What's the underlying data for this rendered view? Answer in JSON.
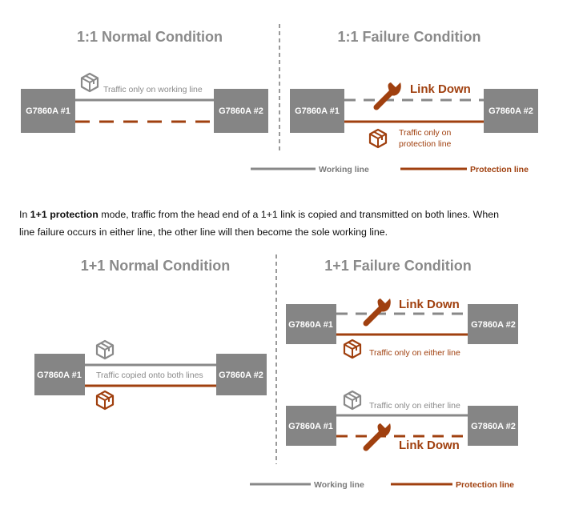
{
  "colors": {
    "working": "#888888",
    "protection": "#a0400f",
    "node": "#858585",
    "title": "#8a8a8a"
  },
  "top": {
    "normal_title": "1:1 Normal Condition",
    "failure_title": "1:1 Failure Condition",
    "node_a": "G7860A #1",
    "node_b": "G7860A #2",
    "normal_note": "Traffic only on working line",
    "link_down": "Link Down",
    "failure_note_1": "Traffic only on",
    "failure_note_2": "protection  line",
    "legend_working": "Working line",
    "legend_protection": "Protection line"
  },
  "paragraph": {
    "prefix": "In ",
    "bold": "1+1 protection",
    "rest_line1": " mode, traffic from the head end of a 1+1 link is copied and transmitted on both lines. When",
    "line2": "line failure occurs in either line, the other line will then become the sole working line."
  },
  "bottom": {
    "normal_title": "1+1 Normal Condition",
    "failure_title": "1+1 Failure Condition",
    "node_a": "G7860A #1",
    "node_b": "G7860A #2",
    "normal_note": "Traffic copied onto both lines",
    "link_down": "Link Down",
    "either_note": "Traffic only on either line",
    "legend_working": "Working line",
    "legend_protection": "Protection line"
  },
  "icons": [
    "package-icon",
    "wrench-icon"
  ]
}
